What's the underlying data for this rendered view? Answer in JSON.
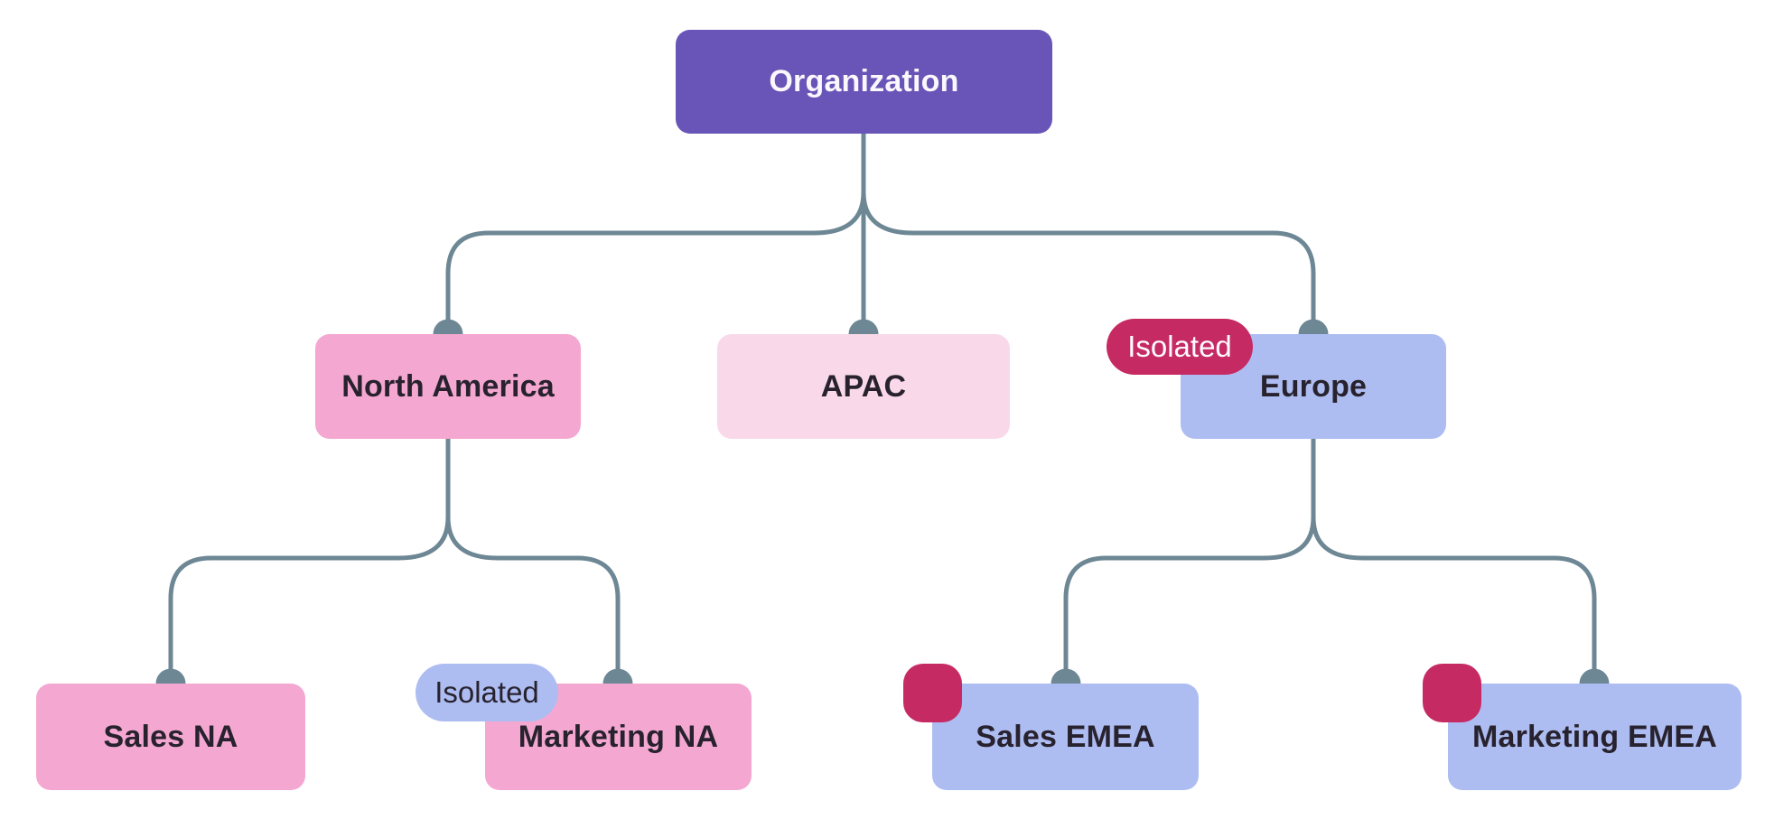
{
  "diagram": {
    "type": "org-tree",
    "colors": {
      "root_fill": "#6955B7",
      "pink_fill": "#F4A8D1",
      "light_pink_fill": "#F9D8E9",
      "periwinkle_fill": "#AEBDF1",
      "magenta_badge": "#C62A63",
      "connector": "#6D8794",
      "label_dark": "#27222E",
      "label_light": "#FAF8FD"
    }
  },
  "nodes": [
    {
      "id": "organization",
      "label": "Organization"
    },
    {
      "id": "north-america",
      "label": "North America"
    },
    {
      "id": "apac",
      "label": "APAC"
    },
    {
      "id": "europe",
      "label": "Europe"
    },
    {
      "id": "sales-na",
      "label": "Sales NA"
    },
    {
      "id": "marketing-na",
      "label": "Marketing NA"
    },
    {
      "id": "sales-emea",
      "label": "Sales EMEA"
    },
    {
      "id": "marketing-emea",
      "label": "Marketing EMEA"
    }
  ],
  "badges": [
    {
      "id": "europe-isolated",
      "label": "Isolated",
      "style": "magenta-pill",
      "attached_to": "Europe"
    },
    {
      "id": "marketing-na-isolated",
      "label": "Isolated",
      "style": "periwinkle-pill",
      "attached_to": "Marketing NA"
    },
    {
      "id": "sales-emea-dot",
      "label": "",
      "style": "magenta-dot",
      "attached_to": "Sales EMEA"
    },
    {
      "id": "marketing-emea-dot",
      "label": "",
      "style": "magenta-dot",
      "attached_to": "Marketing EMEA"
    }
  ],
  "hierarchy": {
    "Organization": [
      "North America",
      "APAC",
      "Europe"
    ],
    "North America": [
      "Sales NA",
      "Marketing NA"
    ],
    "APAC": [],
    "Europe": [
      "Sales EMEA",
      "Marketing EMEA"
    ]
  }
}
